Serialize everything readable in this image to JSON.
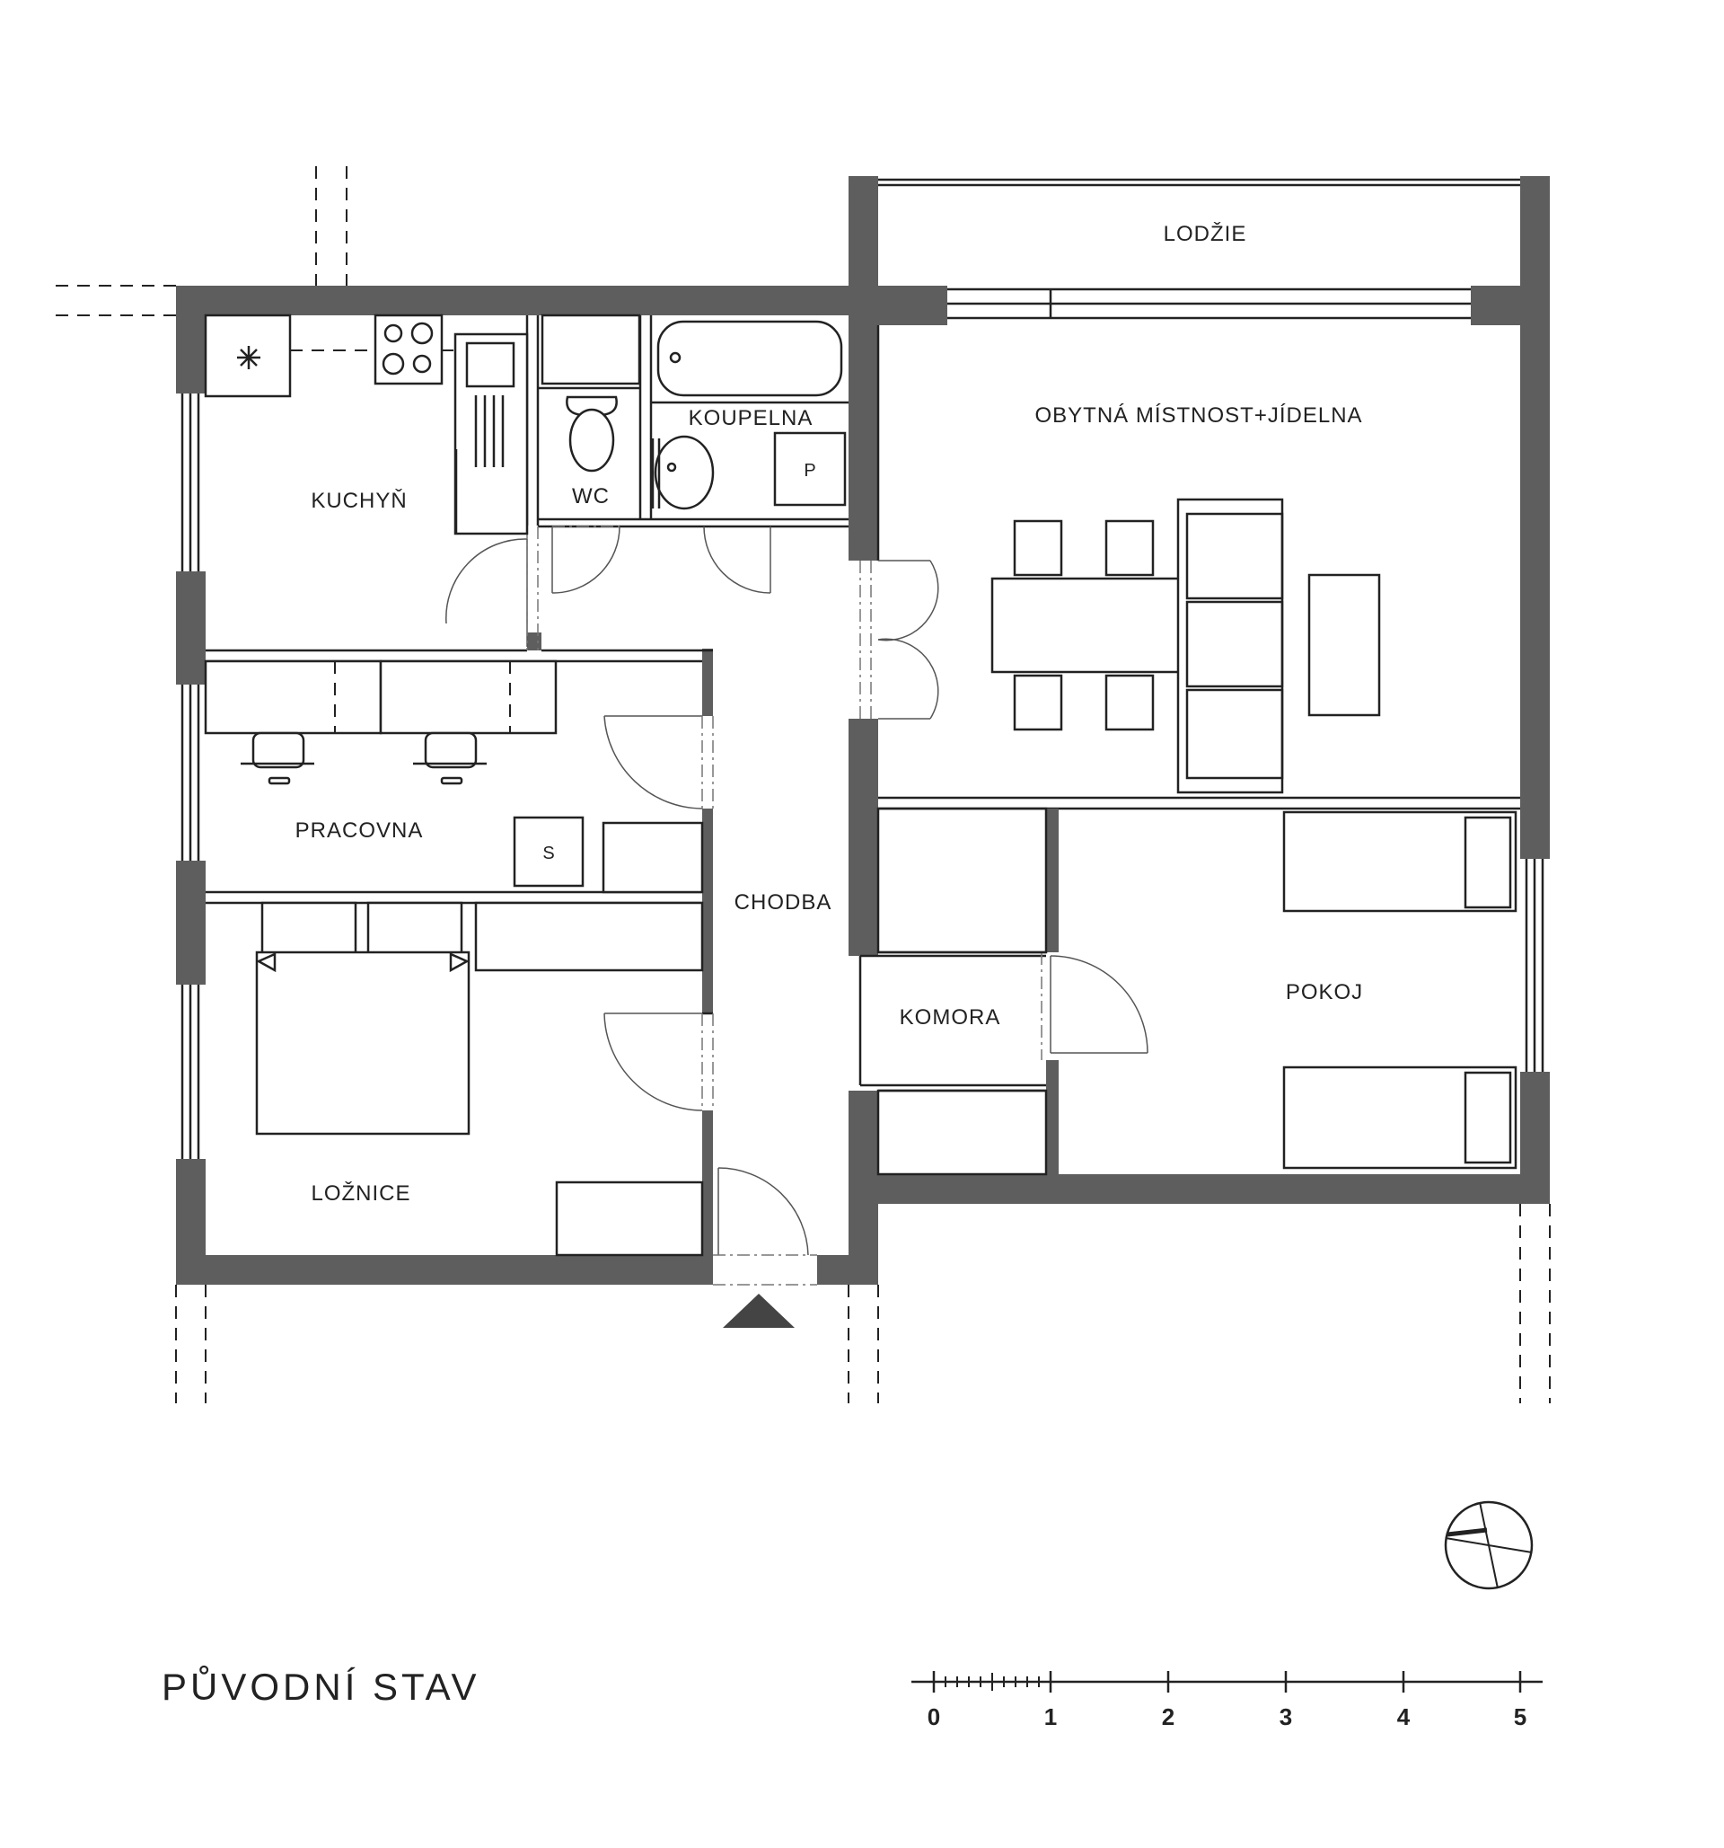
{
  "rooms": {
    "lodzie": "LODŽIE",
    "obytna": "OBYTNÁ MÍSTNOST+JÍDELNA",
    "koupelna": "KOUPELNA",
    "kuchyn": "KUCHYŇ",
    "wc": "WC",
    "pracovna": "PRACOVNA",
    "chodba": "CHODBA",
    "komora": "KOMORA",
    "pokoj": "POKOJ",
    "loznice": "LOŽNICE"
  },
  "fixtures": {
    "p_label": "P",
    "s_label": "S"
  },
  "title": "PŮVODNÍ STAV",
  "scale": {
    "labels": [
      "0",
      "1",
      "2",
      "3",
      "4",
      "5"
    ]
  },
  "colors": {
    "wall": "#5e5e5e",
    "line": "#222222"
  }
}
